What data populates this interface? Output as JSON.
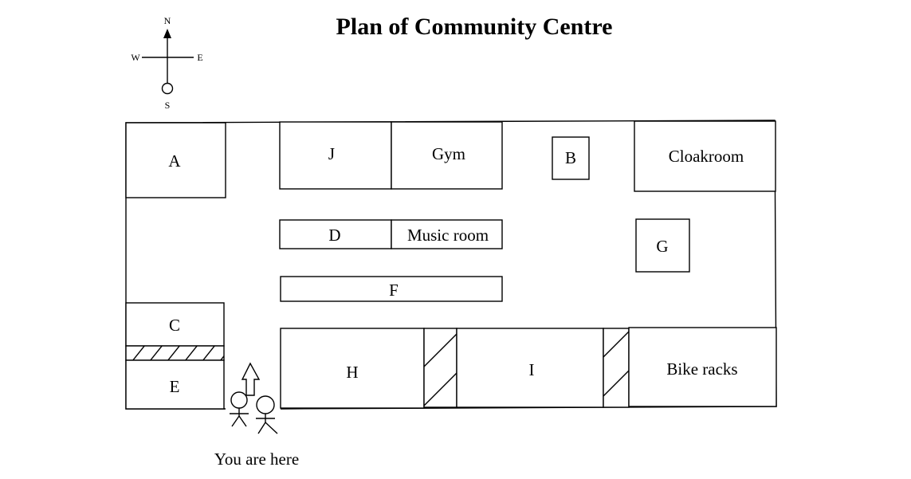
{
  "title": "Plan of Community Centre",
  "compass": {
    "north": "N",
    "south": "S",
    "east": "E",
    "west": "W"
  },
  "rooms": {
    "a": "A",
    "j": "J",
    "gym": "Gym",
    "b": "B",
    "cloakroom": "Cloakroom",
    "d": "D",
    "music_room": "Music room",
    "g": "G",
    "f": "F",
    "c": "C",
    "e": "E",
    "h": "H",
    "i": "I",
    "bike_racks": "Bike racks"
  },
  "you_are_here": "You are here"
}
